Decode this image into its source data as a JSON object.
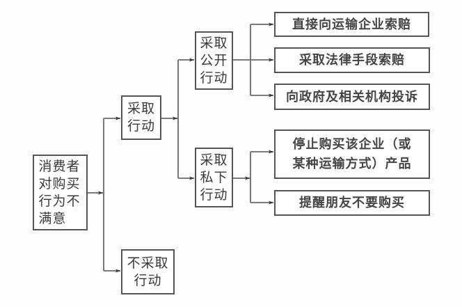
{
  "diagram": {
    "type": "tree-flowchart",
    "colors": {
      "line": "#555555",
      "text": "#3a3a3a",
      "background": "#ffffff"
    },
    "root": {
      "id": "root",
      "label": "消费者对购买行为不满意",
      "lines": [
        "消费者",
        "对购买",
        "行为不",
        "满意"
      ]
    },
    "level1": [
      {
        "id": "act",
        "label": "采取行动",
        "lines": [
          "采取",
          "行动"
        ]
      },
      {
        "id": "noact",
        "label": "不采取行动",
        "lines": [
          "不采取",
          "行动"
        ]
      }
    ],
    "level2": [
      {
        "id": "public",
        "parent": "act",
        "label": "采取公开行动",
        "lines": [
          "采取",
          "公开",
          "行动"
        ]
      },
      {
        "id": "private",
        "parent": "act",
        "label": "采取私下行动",
        "lines": [
          "采取",
          "私下",
          "行动"
        ]
      }
    ],
    "level3": [
      {
        "id": "r1",
        "parent": "public",
        "label": "直接向运输企业索赔",
        "lines": [
          "直接向运输企业索赔"
        ]
      },
      {
        "id": "r2",
        "parent": "public",
        "label": "采取法律手段索赔",
        "lines": [
          "采取法律手段索赔"
        ]
      },
      {
        "id": "r3",
        "parent": "public",
        "label": "向政府及相关机构投诉",
        "lines": [
          "向政府及相关机构投诉"
        ]
      },
      {
        "id": "r4",
        "parent": "private",
        "label": "停止购买该企业（或某种运输方式）产品",
        "lines": [
          "停止购买该企业（或",
          "某种运输方式）产品"
        ]
      },
      {
        "id": "r5",
        "parent": "private",
        "label": "提醒朋友不要购买",
        "lines": [
          "提醒朋友不要购买"
        ]
      }
    ],
    "edges": [
      [
        "root",
        "act"
      ],
      [
        "root",
        "noact"
      ],
      [
        "act",
        "public"
      ],
      [
        "act",
        "private"
      ],
      [
        "public",
        "r1"
      ],
      [
        "public",
        "r2"
      ],
      [
        "public",
        "r3"
      ],
      [
        "private",
        "r4"
      ],
      [
        "private",
        "r5"
      ]
    ]
  }
}
